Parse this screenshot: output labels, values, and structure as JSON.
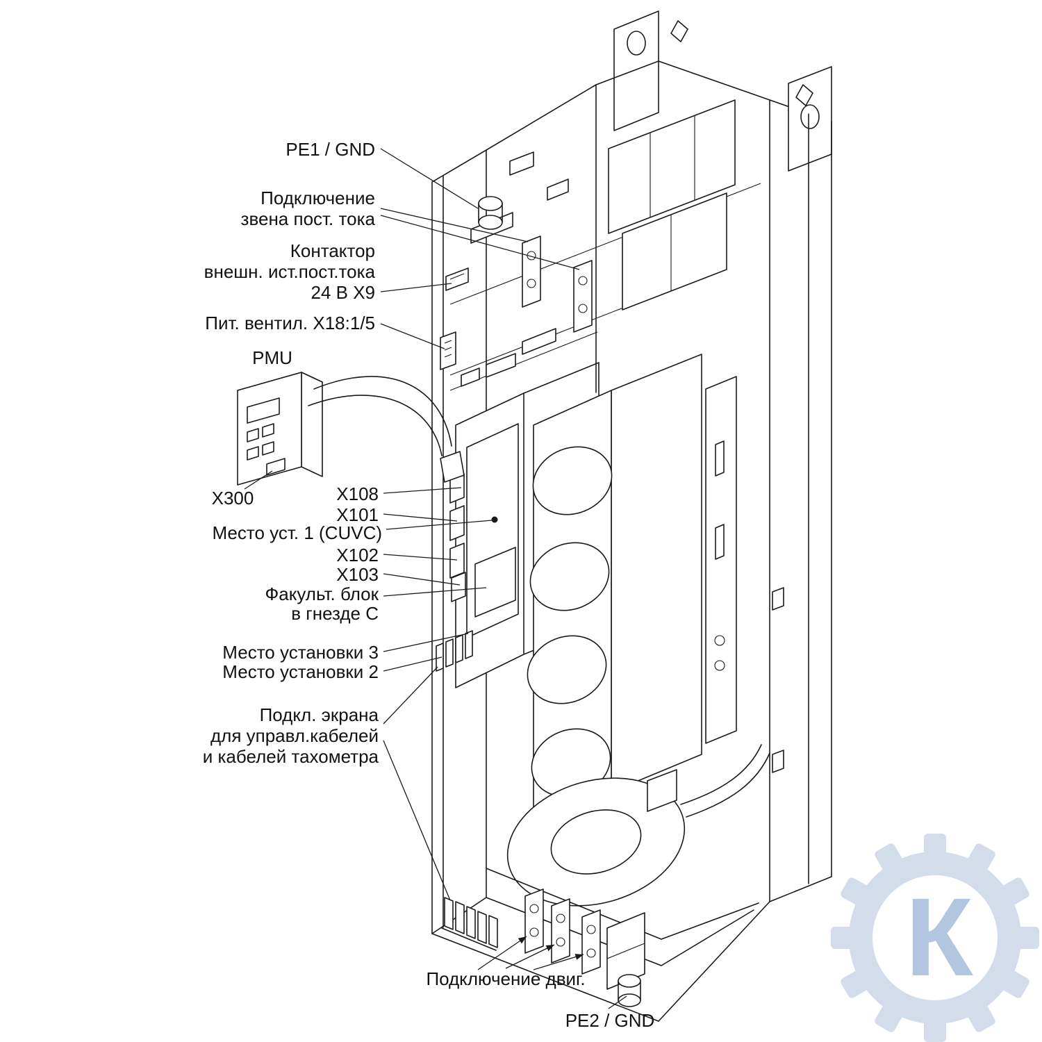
{
  "diagram": {
    "type": "technical-exploded-view",
    "subject": "Frequency converter chassis with component callouts",
    "line_color": "#1a1a1a",
    "labels": {
      "pe1_gnd": "PE1 / GND",
      "dc_link_line1": "Подключение",
      "dc_link_line2": "звена пост. тока",
      "contactor_line1": "Контактор",
      "contactor_line2": "внешн. ист.пост.тока",
      "contactor_line3": "24 В X9",
      "fan_supply": "Пит. вентил. X18:1/5",
      "pmu": "PMU",
      "x300": "X300",
      "x108": "X108",
      "x101": "X101",
      "slot1_cuvc": "Место уст. 1 (CUVC)",
      "x102": "X102",
      "x103": "X103",
      "option_block_line1": "Факульт. блок",
      "option_block_line2": "в гнезде C",
      "slot3": "Место установки 3",
      "slot2": "Место установки 2",
      "shield_line1": "Подкл. экрана",
      "shield_line2": "для управл.кабелей",
      "shield_line3": "и кабелей тахометра",
      "motor_connection": "Подключение двиг.",
      "pe2_gnd": "PE2 / GND"
    },
    "watermark": {
      "letter": "К",
      "gear_color": "#c7d4e7",
      "letter_color": "#9fb9d8"
    }
  }
}
